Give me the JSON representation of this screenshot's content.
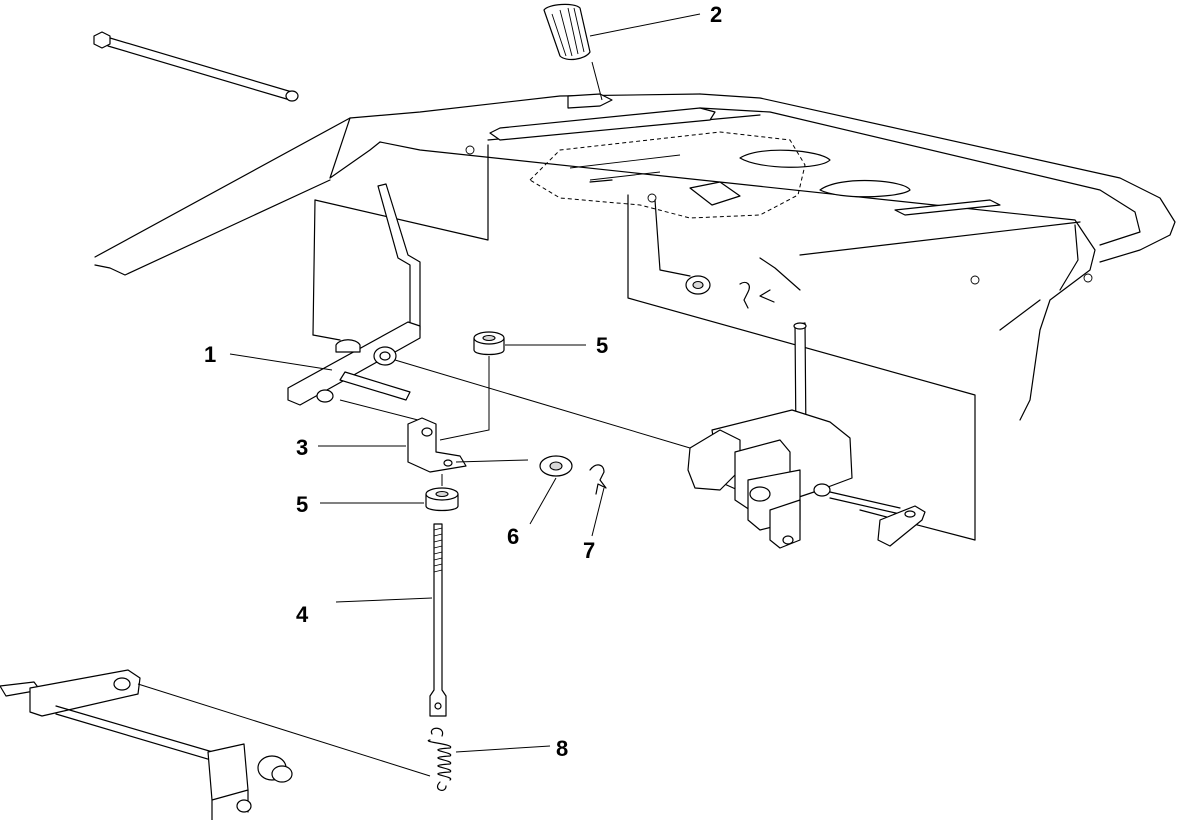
{
  "callouts": [
    {
      "id": "c2",
      "label": "2"
    },
    {
      "id": "c1",
      "label": "1"
    },
    {
      "id": "c5a",
      "label": "5"
    },
    {
      "id": "c3",
      "label": "3"
    },
    {
      "id": "c5b",
      "label": "5"
    },
    {
      "id": "c6",
      "label": "6"
    },
    {
      "id": "c7",
      "label": "7"
    },
    {
      "id": "c4",
      "label": "4"
    },
    {
      "id": "c8",
      "label": "8"
    }
  ]
}
